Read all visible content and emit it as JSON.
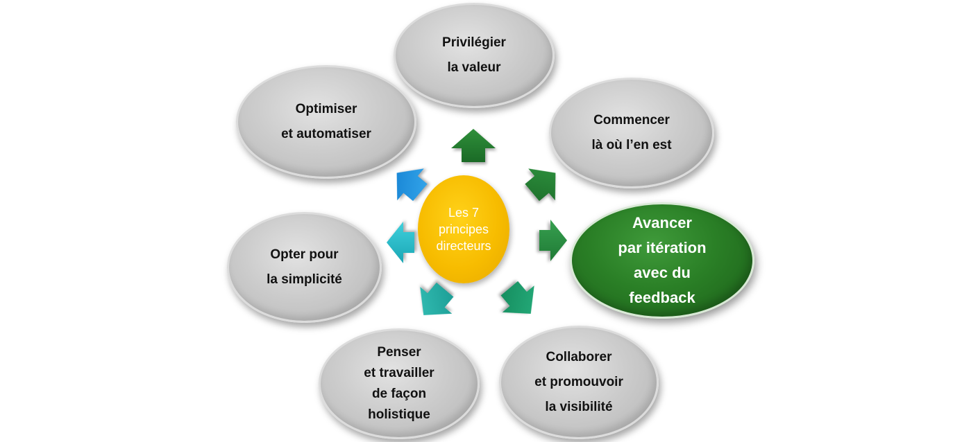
{
  "center": {
    "lines": [
      "Les 7",
      "principes",
      "directeurs"
    ],
    "color": "#f7bc00"
  },
  "principles": [
    {
      "id": "privilegier",
      "lines": [
        "Privilégier",
        "la valeur"
      ],
      "active": false
    },
    {
      "id": "commencer",
      "lines": [
        "Commencer",
        "là où l’en  est"
      ],
      "active": false
    },
    {
      "id": "avancer",
      "lines": [
        "Avancer",
        "par itération",
        "avec du",
        "feedback"
      ],
      "active": true
    },
    {
      "id": "collaborer",
      "lines": [
        "Collaborer",
        "et promouvoir",
        "la visibilité"
      ],
      "active": false
    },
    {
      "id": "penser",
      "lines": [
        "Penser",
        "et travailler",
        "de façon",
        "holistique"
      ],
      "active": false
    },
    {
      "id": "opter",
      "lines": [
        "Opter pour",
        "la simplicité"
      ],
      "active": false
    },
    {
      "id": "optimiser",
      "lines": [
        "Optimiser",
        "et automatiser"
      ],
      "active": false
    }
  ],
  "colors": {
    "node_fill": "#c8c8c8",
    "active_fill": "#2a7f26",
    "arrows": [
      "#1f7a2e",
      "#2a8a3a",
      "#2c8c4a",
      "#1ea37a",
      "#22b0b0",
      "#20b8cc",
      "#1aa0e0"
    ]
  }
}
